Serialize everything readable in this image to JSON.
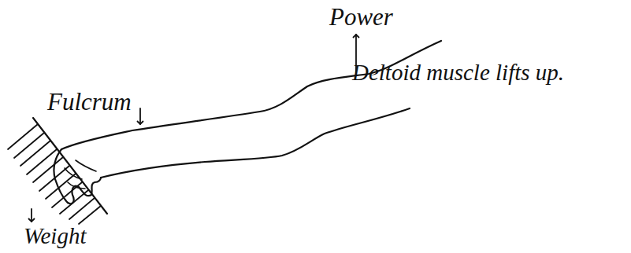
{
  "diagram": {
    "labels": [
      "Power",
      "Fulcrum",
      "Deltoid muscle lifts up.",
      "Weight"
    ]
  }
}
